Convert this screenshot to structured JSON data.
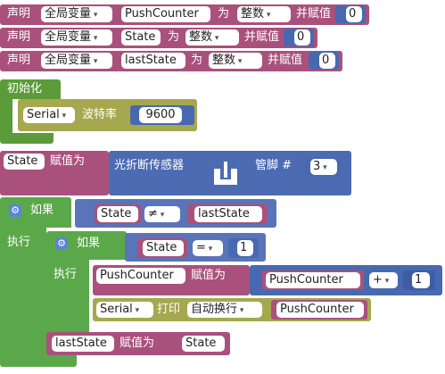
{
  "colors": {
    "variable": "#a9517c",
    "setup": "#5c9b3a",
    "serial": "#a5a84e",
    "sensor": "#4c6bb3",
    "logic": "#5a74b9",
    "math": "#4869b0",
    "control": "#5ba84a"
  },
  "declarations": [
    {
      "declare": "声明",
      "scope": "全局变量",
      "name": "PushCounter",
      "as": "为",
      "type": "整数",
      "assign": "并赋值",
      "value": "0"
    },
    {
      "declare": "声明",
      "scope": "全局变量",
      "name": "State",
      "as": "为",
      "type": "整数",
      "assign": "并赋值",
      "value": "0"
    },
    {
      "declare": "声明",
      "scope": "全局变量",
      "name": "lastState",
      "as": "为",
      "type": "整数",
      "assign": "并赋值",
      "value": "0"
    }
  ],
  "setup": {
    "label": "初始化",
    "serial_port": "Serial",
    "baud_label": "波特率",
    "baud_value": "9600"
  },
  "assign_state": {
    "var": "State",
    "assign_label": "赋值为",
    "sensor_label": "光折断传感器",
    "pin_label": "管脚 #",
    "pin_value": "3",
    "sensor_icon": "photo-interrupter-icon"
  },
  "if_outer": {
    "if_label": "如果",
    "left": "State",
    "op": "≠",
    "right": "lastState",
    "do_label": "执行"
  },
  "if_inner": {
    "if_label": "如果",
    "left": "State",
    "op": "=",
    "right": "1",
    "do_label": "执行"
  },
  "counter_assign": {
    "var": "PushCounter",
    "assign_label": "赋值为",
    "left": "PushCounter",
    "op": "+",
    "right": "1"
  },
  "serial_print": {
    "port": "Serial",
    "print_label": "打印",
    "mode": "自动换行",
    "value": "PushCounter"
  },
  "last_assign": {
    "var": "lastState",
    "assign_label": "赋值为",
    "value": "State"
  }
}
